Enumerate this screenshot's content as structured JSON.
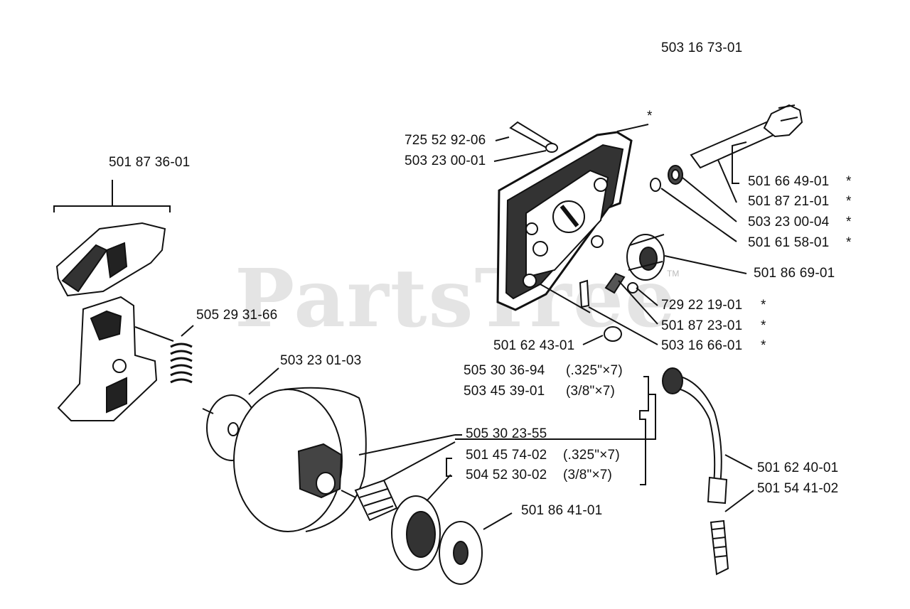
{
  "diagram": {
    "assembly_number": "503 16 73-01",
    "watermark": "PartsTree",
    "watermark_mark": "TM",
    "asterisk": "*",
    "parts": [
      {
        "id": "clutch_shoe_assy",
        "number": "501 87 36-01"
      },
      {
        "id": "clutch_spring",
        "number": "505 29 31-66"
      },
      {
        "id": "washer_disc",
        "number": "503 23 01-03"
      },
      {
        "id": "oil_pump_screw",
        "number": "725 52 92-06"
      },
      {
        "id": "oil_pump_washer",
        "number": "503 23 00-01"
      },
      {
        "id": "pump_shaft",
        "number": "501 66 49-01",
        "starred": true
      },
      {
        "id": "pump_piston",
        "number": "501 87 21-01",
        "starred": true
      },
      {
        "id": "pump_washer",
        "number": "503 23 00-04",
        "starred": true
      },
      {
        "id": "pump_seal",
        "number": "501 61 58-01",
        "starred": true
      },
      {
        "id": "worm_gear",
        "number": "501 86 69-01"
      },
      {
        "id": "adjust_screw",
        "number": "729 22 19-01",
        "starred": true
      },
      {
        "id": "pump_spring",
        "number": "501 87 23-01",
        "starred": true
      },
      {
        "id": "pump_plug",
        "number": "503 16 66-01",
        "starred": true
      },
      {
        "id": "filter_plug",
        "number": "501 62 43-01"
      },
      {
        "id": "clutch_drum_325",
        "number": "505 30 36-94",
        "spec": "(.325\"×7)"
      },
      {
        "id": "clutch_drum_38",
        "number": "503 45 39-01",
        "spec": "(3/8\"×7)"
      },
      {
        "id": "needle_bearing",
        "number": "505 30 23-55"
      },
      {
        "id": "rim_sprocket_325",
        "number": "501 45 74-02",
        "spec": "(.325\"×7)"
      },
      {
        "id": "rim_sprocket_38",
        "number": "504 52 30-02",
        "spec": "(3/8\"×7)"
      },
      {
        "id": "washer",
        "number": "501 86 41-01"
      },
      {
        "id": "oil_hose",
        "number": "501 62 40-01"
      },
      {
        "id": "oil_filter",
        "number": "501 54 41-02"
      }
    ]
  }
}
